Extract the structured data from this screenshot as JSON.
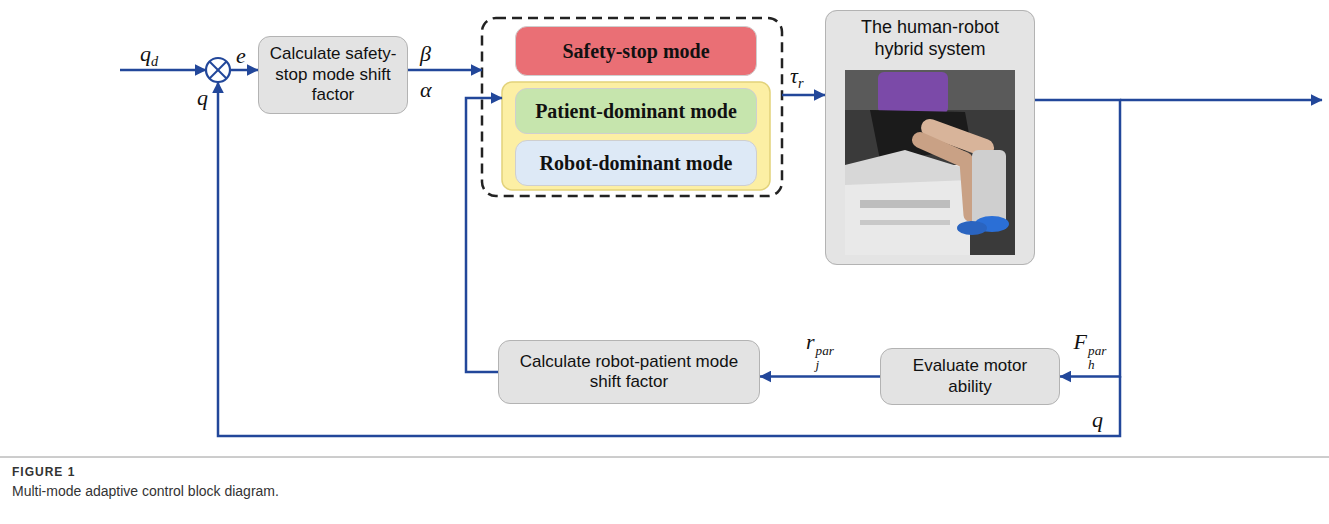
{
  "diagram": {
    "title": "FIGURE 1",
    "caption": "Multi-mode adaptive control block diagram.",
    "nodes": [
      {
        "text": [
          "Calculate safety-stop mode shift factor"
        ]
      },
      {
        "text": [
          "Safety-stop mode"
        ]
      },
      {
        "text": [
          "Patient-dominant mode"
        ]
      },
      {
        "text": [
          "Robot-dominant mode"
        ]
      },
      {
        "text": [
          "The human-robot hybrid system"
        ]
      },
      {
        "text": [
          "Calculate robot-patient mode shift factor"
        ]
      },
      {
        "text": [
          "Evaluate motor ability"
        ]
      }
    ],
    "edges": [
      {
        "from": 4,
        "to": 6,
        "label": "Fhpar",
        "arrow": "to"
      },
      {
        "from": 6,
        "to": 5,
        "label": "rjpar",
        "arrow": "to"
      }
    ],
    "labels": [
      "qd",
      "e",
      "q",
      "β",
      "α",
      "τr",
      "q"
    ]
  }
}
